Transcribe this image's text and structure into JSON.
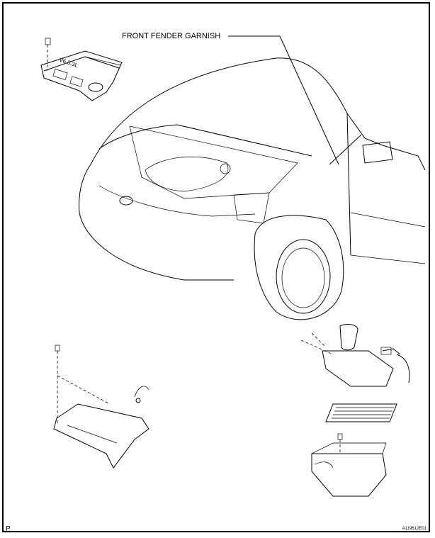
{
  "callouts": {
    "front_fender_garnish": "FRONT FENDER GARNISH"
  },
  "footer": {
    "page_marker": "P",
    "figure_code": "A119612E01"
  }
}
